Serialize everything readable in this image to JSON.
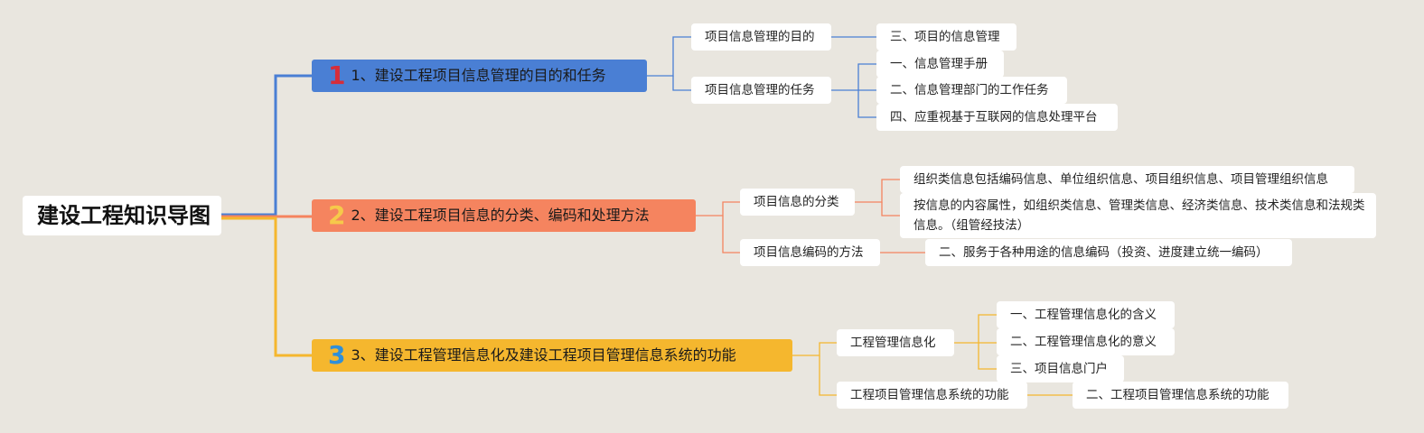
{
  "title": "建设工程知识导图",
  "colors": {
    "blue": "#4a7fd4",
    "orange": "#f5845f",
    "yellow": "#f5b72e",
    "num1": "#d62d3a",
    "num2": "#f6c94a",
    "num3": "#2f8fd8"
  },
  "branches": [
    {
      "num": "1",
      "label": "1、建设工程项目信息管理的目的和任务",
      "children": [
        {
          "label": "项目信息管理的目的",
          "children": [
            "三、项目的信息管理"
          ]
        },
        {
          "label": "项目信息管理的任务",
          "children": [
            "一、信息管理手册",
            "二、信息管理部门的工作任务",
            "四、应重视基于互联网的信息处理平台"
          ]
        }
      ]
    },
    {
      "num": "2",
      "label": "2、建设工程项目信息的分类、编码和处理方法",
      "children": [
        {
          "label": "项目信息的分类",
          "children": [
            "组织类信息包括编码信息、单位组织信息、项目组织信息、项目管理组织信息",
            "按信息的内容属性，如组织类信息、管理类信息、经济类信息、技术类信息和法规类信息。（组管经技法）"
          ]
        },
        {
          "label": "项目信息编码的方法",
          "children": [
            "二、服务于各种用途的信息编码（投资、进度建立统一编码）"
          ]
        }
      ]
    },
    {
      "num": "3",
      "label": "3、建设工程管理信息化及建设工程项目管理信息系统的功能",
      "children": [
        {
          "label": "工程管理信息化",
          "children": [
            "一、工程管理信息化的含义",
            "二、工程管理信息化的意义",
            "三、项目信息门户"
          ]
        },
        {
          "label": "工程项目管理信息系统的功能",
          "children": [
            "二、工程项目管理信息系统的功能"
          ]
        }
      ]
    }
  ]
}
